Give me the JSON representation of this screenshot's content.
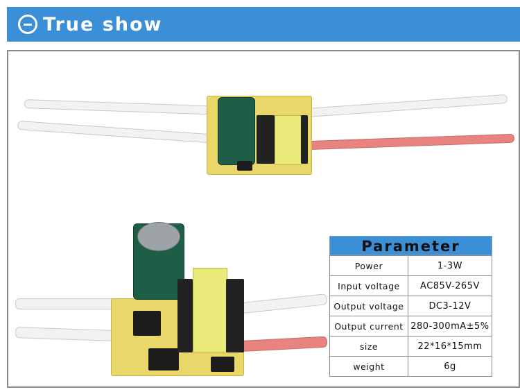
{
  "banner": {
    "title": "True show",
    "icon": "minus-circle-icon"
  },
  "parameter": {
    "title": "Parameter",
    "rows": [
      {
        "key": "Power",
        "value": "1-3W"
      },
      {
        "key": "Input voltage",
        "value": "AC85V-265V"
      },
      {
        "key": "Output voltage",
        "value": "DC3-12V"
      },
      {
        "key": "Output current",
        "value": "280-300mA±5%"
      },
      {
        "key": "size",
        "value": "22*16*15mm"
      },
      {
        "key": "weight",
        "value": "6g"
      }
    ]
  },
  "colors": {
    "banner": "#3a8fd6",
    "wire_red": "#e9837f",
    "pcb": "#e9d76a"
  }
}
